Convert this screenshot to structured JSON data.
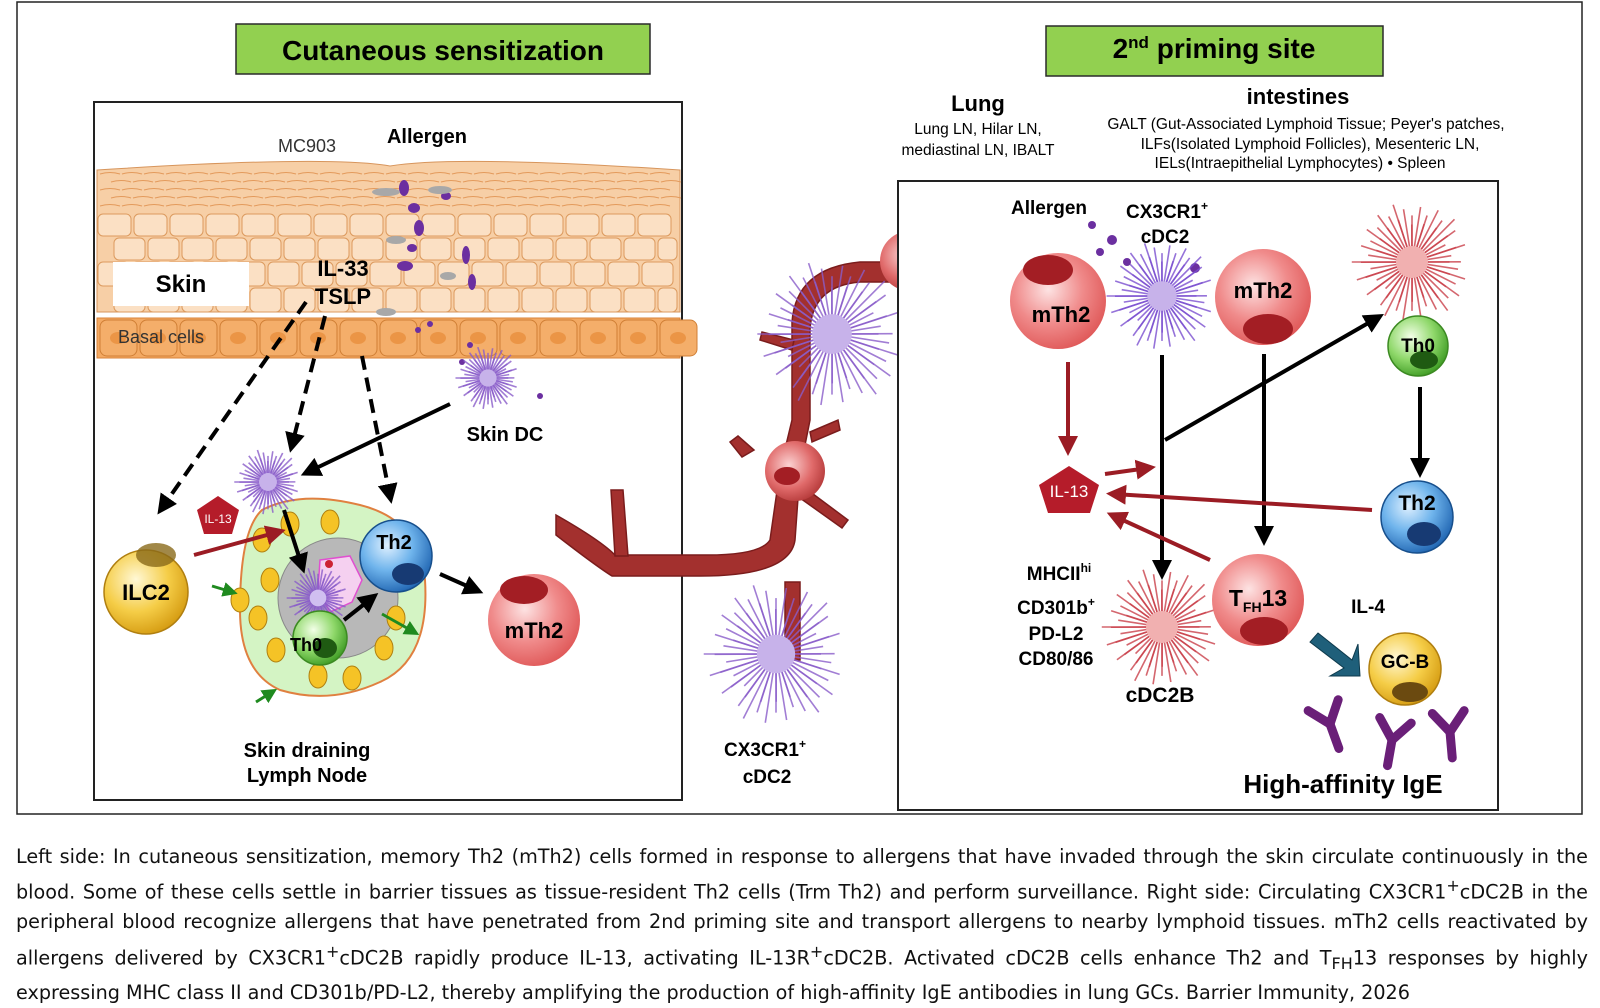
{
  "left_panel": {
    "title": "Cutaneous sensitization",
    "mc903": "MC903",
    "allergen": "Allergen",
    "skin": "Skin",
    "cytokine_1": "IL-33",
    "cytokine_2": "TSLP",
    "basal_cells": "Basal cells",
    "skin_dc": "Skin DC",
    "il13": "IL-13",
    "ilc2": "ILC2",
    "th2": "Th2",
    "th0": "Th0",
    "mth2": "mTh2",
    "lymph_node_line1": "Skin draining",
    "lymph_node_line2": "Lymph Node"
  },
  "middle": {
    "dc_label_1": "CX3CR1",
    "dc_label_1_sup": "+",
    "dc_label_2": "cDC2"
  },
  "right_panel": {
    "title_pre": "2",
    "title_sup": "nd",
    "title_post": " priming site",
    "lung_title": "Lung",
    "lung_line1": "Lung LN, Hilar LN,",
    "lung_line2": "mediastinal LN, IBALT",
    "intestines_title": "intestines",
    "intestines_line1": "GALT (Gut-Associated Lymphoid Tissue; Peyer's patches,",
    "intestines_line2": "ILFs(Isolated Lymphoid Follicles), Mesenteric LN,",
    "intestines_line3": "IELs(Intraepithelial Lymphocytes) • Spleen",
    "allergen": "Allergen",
    "dc_label_1": "CX3CR1",
    "dc_label_1_sup": "+",
    "dc_label_2": "cDC2",
    "mth2": "mTh2",
    "th0": "Th0",
    "th2": "Th2",
    "il13": "IL-13",
    "mhc": "MHCII",
    "mhc_sup": "hi",
    "cd301": "CD301b",
    "cd301_sup": "+",
    "pdl2": "PD-L2",
    "cd80": "CD80/86",
    "cdc2b": "cDC2B",
    "tfh_pre": "T",
    "tfh_sub": "FH",
    "tfh_post": "13",
    "il4": "IL-4",
    "gcb": "GC-B",
    "ige": "High-affinity IgE"
  },
  "caption": {
    "seg1": "Left side: In cutaneous sensitization, memory Th2 (mTh2) cells formed in response to allergens that have invaded through the skin circulate continuously in the blood. Some of these cells settle in barrier tissues as tissue-resident Th2 cells (Trm Th2) and perform surveillance. Right side: Circulating CX3CR1",
    "sup1": "+",
    "seg2": "cDC2B in the peripheral blood recognize allergens that have penetrated from 2nd priming site and transport allergens to nearby lymphoid tissues. mTh2 cells reactivated by allergens delivered by CX3CR1",
    "sup2": "+",
    "seg3": "cDC2B rapidly produce IL-13, activating IL-13R",
    "sup3": "+",
    "seg4": "cDC2B. Activated cDC2B cells enhance Th2 and T",
    "sub4": "FH",
    "seg5": "13 responses by highly expressing MHC class II and CD301b/PD-L2, thereby amplifying the production of high-affinity IgE antibodies in lung GCs. Barrier Immunity, 2026"
  },
  "colors": {
    "title_box": "#92d050",
    "skin_tissue": "#f6c9a0",
    "basal": "#f2a866",
    "allergen": "#6b2fa0",
    "vessel": "#9e2a2a",
    "dc": "#8a5cc9",
    "cdc2b": "#c9404a",
    "th2_blue": "#2e7fc9",
    "th0_green": "#5cb83a",
    "yellow": "#f2c02e",
    "dark_red_arrow": "#9b1c24",
    "il4_arrow": "#1f5f7a",
    "antibody": "#6a1f78"
  }
}
